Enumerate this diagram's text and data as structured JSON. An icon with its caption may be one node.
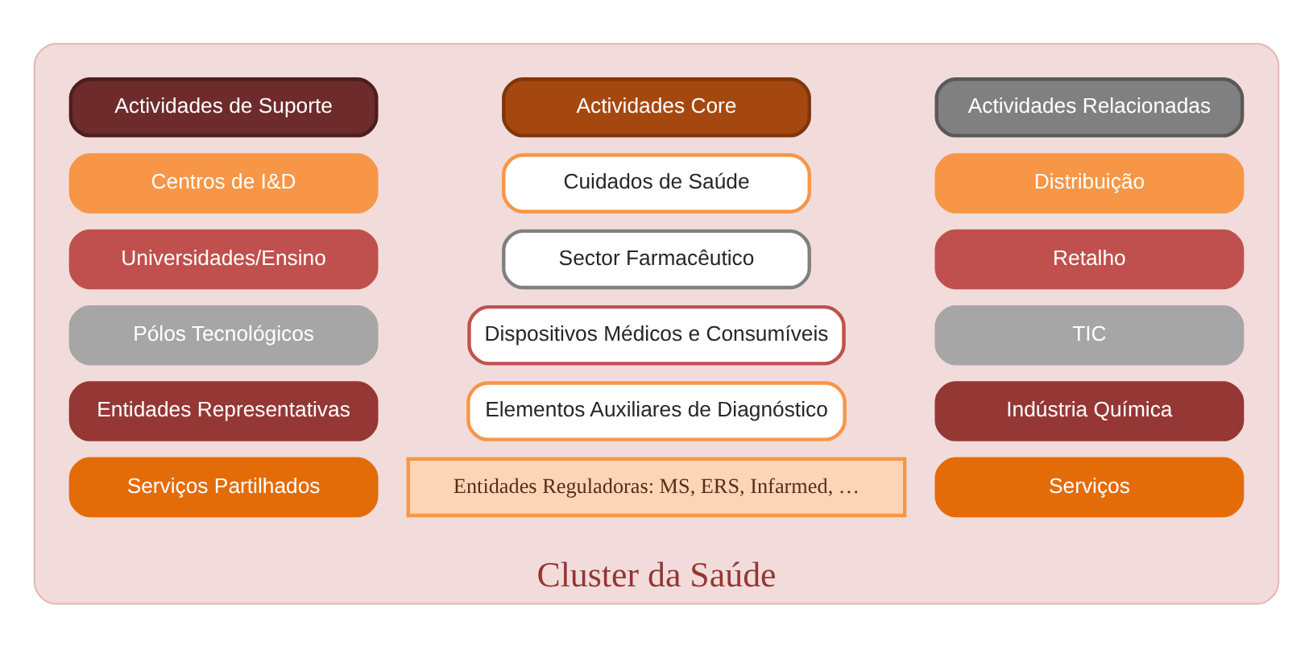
{
  "diagram": {
    "nodes": [
      {
        "text": [
          "Cluster da Saúde"
        ]
      },
      {
        "text": [
          "Actividades Relacionadas"
        ],
        "in": 0
      },
      {
        "text": [
          "Actividades Core"
        ],
        "in": 0
      },
      {
        "text": [
          "Actividades de Suporte"
        ],
        "in": 0
      },
      {
        "text": [
          "Distribuição"
        ],
        "in": 0
      },
      {
        "text": [
          "Cuidados de Saúde"
        ],
        "in": 0
      },
      {
        "text": [
          "Centros de I&D"
        ],
        "in": 0
      },
      {
        "text": [
          "Retalho"
        ],
        "in": 0
      },
      {
        "text": [
          "Sector Farmacêutico"
        ],
        "in": 0
      },
      {
        "text": [
          "Universidades/Ensino"
        ],
        "in": 0
      },
      {
        "text": [
          "TIC"
        ],
        "in": 0
      },
      {
        "text": [
          "Dispositivos Médicos e Consumíveis"
        ],
        "in": 0
      },
      {
        "text": [
          "Pólos Tecnológicos"
        ],
        "in": 0
      },
      {
        "text": [
          "Indústria Química"
        ],
        "in": 0
      },
      {
        "text": [
          "Elementos Auxiliares de Diagnóstico"
        ],
        "in": 0
      },
      {
        "text": [
          "Entidades Representativas"
        ],
        "in": 0
      },
      {
        "text": [
          "Serviços"
        ],
        "in": 0
      },
      {
        "text": [
          "Serviços Partilhados"
        ],
        "in": 0
      },
      {
        "text": [
          "Entidades Reguladoras: MS, ERS, Infarmed, …"
        ],
        "in": 0
      }
    ],
    "edges": []
  }
}
